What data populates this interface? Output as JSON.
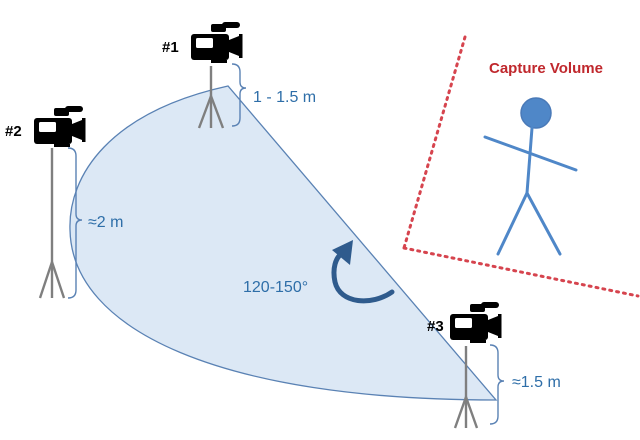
{
  "labels": {
    "camera_1": "#1",
    "camera_2": "#2",
    "camera_3": "#3",
    "capture_volume": "Capture Volume",
    "height_cam1": "1 - 1.5 m",
    "height_cam2": "≈2 m",
    "height_cam3": "≈1.5 m",
    "angle": "120-150°"
  },
  "colors": {
    "fan_fill": "#dce8f5",
    "fan_stroke": "#5a82b4",
    "measure_text": "#2e6ea8",
    "capture_border": "#d6444e",
    "capture_title": "#c0282d",
    "person": "#4f87c8",
    "tripod": "#7f7f7f",
    "camera": "#000000"
  },
  "icons": {
    "camera": "video-camera-icon",
    "tripod": "tripod-icon",
    "person": "stick-figure-icon",
    "rotation": "curved-arrow-icon"
  }
}
